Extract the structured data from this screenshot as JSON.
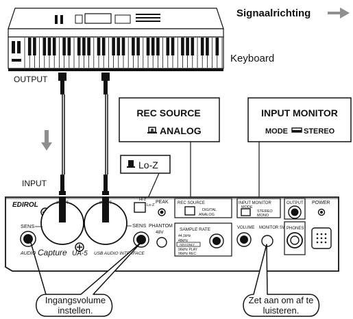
{
  "direction_label": "Signaalrichting",
  "keyboard": {
    "label": "Keyboard",
    "output_label": "OUTPUT"
  },
  "input_label": "INPUT",
  "callouts": {
    "lo_z": "Lo-Z",
    "rec_source_title": "REC SOURCE",
    "rec_source_value": "ANALOG",
    "input_monitor_title": "INPUT MONITOR",
    "input_monitor_mode": "MODE",
    "input_monitor_value": "STEREO"
  },
  "device": {
    "brand": "EDIROL",
    "model_prefix": "AUDIO",
    "model_name": "Capture",
    "model_number": "UA-5",
    "model_suffix": "USB AUDIO INTERFACE",
    "input_jack_label_left": "INPUT",
    "input_jack_label_right": "INPUT",
    "sens_left": "SENS",
    "sens_right": "SENS",
    "hiz_label": "Hi-Z",
    "loz_label": "Lo-Z",
    "peak_label": "PEAK",
    "phantom_label": "PHANTOM",
    "phantom_volts": "48V",
    "rec_source_label": "REC SOURCE",
    "rec_digital": "DIGITAL",
    "rec_analog": "ANALOG",
    "sample_rate_label": "SAMPLE RATE",
    "rates": [
      "44.1kHz",
      "48kHz",
      "96kHz PLAY",
      "96kHz REC"
    ],
    "adv_only": "ADV.ONLY",
    "input_monitor_label": "INPUT MONITOR",
    "mode_label": "MODE",
    "im_stereo": "STEREO",
    "im_mono": "MONO",
    "volume_label": "VOLUME",
    "monitor_sw_label": "MONITOR SW",
    "output_label": "OUTPUT",
    "phones_label": "PHONES",
    "power_label": "POWER"
  },
  "bubbles": {
    "left": [
      "Ingangsvolume",
      "instellen."
    ],
    "right": [
      "Zet aan om af te",
      "luisteren."
    ]
  }
}
